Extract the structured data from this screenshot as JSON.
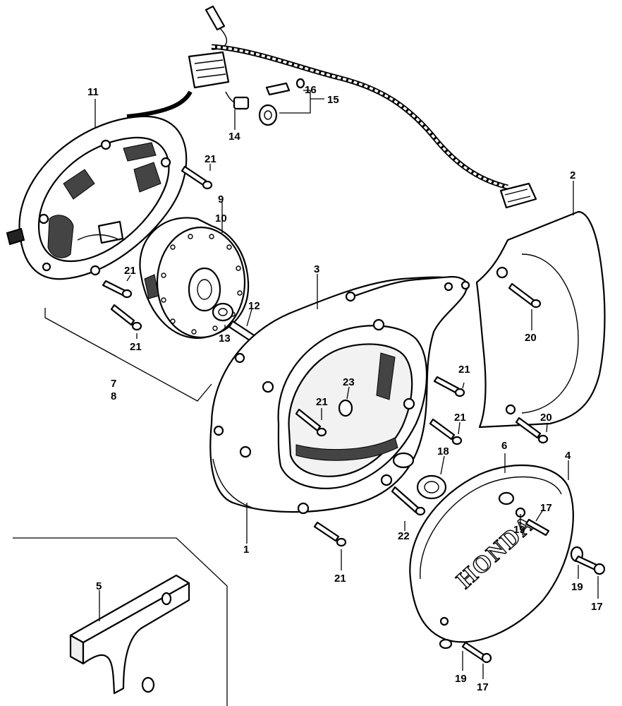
{
  "diagram": {
    "callouts": {
      "c1": "1",
      "c2": "2",
      "c3": "3",
      "c4": "4",
      "c5": "5",
      "c6": "6",
      "c7": "7",
      "c8": "8",
      "c9": "9",
      "c10": "10",
      "c11": "11",
      "c12": "12",
      "c13": "13",
      "c14": "14",
      "c15": "15",
      "c16": "16",
      "c17a": "17",
      "c17b": "17",
      "c17c": "17",
      "c18": "18",
      "c19a": "19",
      "c19b": "19",
      "c19c": "19",
      "c20a": "20",
      "c20b": "20",
      "c21a": "21",
      "c21b": "21",
      "c21c": "21",
      "c21d": "21",
      "c21e": "21",
      "c21f": "21",
      "c21g": "21",
      "c22": "22",
      "c23": "23"
    },
    "brand_text": "HONDA"
  }
}
